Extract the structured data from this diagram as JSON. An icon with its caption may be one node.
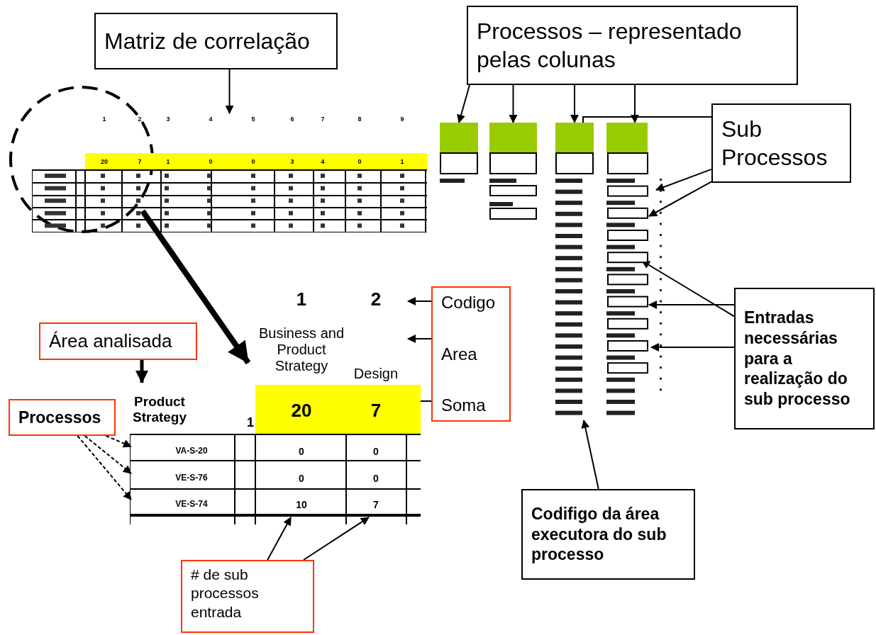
{
  "diagram": {
    "nodes": [
      {
        "text": [
          "Matriz de correlação"
        ]
      },
      {
        "text": [
          "Processos – representado pelas colunas"
        ]
      },
      {
        "text": [
          "Sub Processos"
        ]
      },
      {
        "text": [
          "Entradas necessárias para a realização do sub processo"
        ]
      },
      {
        "text": [
          "Codifigo da área executora do sub processo"
        ]
      },
      {
        "text": [
          "Área analisada"
        ]
      },
      {
        "text": [
          "Processos"
        ]
      },
      {
        "text": [
          "Codigo",
          "Area",
          "Soma"
        ]
      },
      {
        "text": [
          "# de sub processos entrada"
        ]
      },
      {
        "text": [],
        "shape": "box"
      },
      {
        "text": [],
        "shape": "box"
      },
      {
        "text": [],
        "shape": "box"
      },
      {
        "text": [],
        "shape": "box"
      },
      {
        "text": [],
        "shape": "box"
      },
      {
        "text": [],
        "shape": "box"
      }
    ],
    "edges": [
      {
        "from": 0,
        "to": 9,
        "arrow": "to"
      },
      {
        "from": 1,
        "to": 11,
        "arrow": "to"
      },
      {
        "from": 1,
        "to": 12,
        "arrow": "to"
      },
      {
        "from": 1,
        "to": 13,
        "arrow": "to"
      },
      {
        "from": 1,
        "to": 14,
        "arrow": "to"
      },
      {
        "from": 2,
        "to": 13,
        "arrow": "to"
      },
      {
        "from": 2,
        "to": 14,
        "arrow": "to"
      },
      {
        "from": 2,
        "to": 14,
        "arrow": "to"
      },
      {
        "from": 3,
        "to": 14,
        "arrow": "to"
      },
      {
        "from": 3,
        "to": 14,
        "arrow": "to"
      },
      {
        "from": 3,
        "to": 14,
        "arrow": "to"
      },
      {
        "from": 4,
        "to": 13,
        "arrow": "to"
      },
      {
        "from": 9,
        "to": 10,
        "arrow": "to",
        "style": "thick"
      },
      {
        "from": 5,
        "to": 10,
        "arrow": "to",
        "style": "thick"
      },
      {
        "from": 6,
        "to": 10,
        "arrow": "to",
        "style": "dashed"
      },
      {
        "from": 6,
        "to": 10,
        "arrow": "to",
        "style": "dashed"
      },
      {
        "from": 6,
        "to": 10,
        "arrow": "to",
        "style": "dashed"
      },
      {
        "from": 7,
        "to": null,
        "arrow": "to"
      },
      {
        "from": 7,
        "to": null,
        "arrow": "to"
      },
      {
        "from": 7,
        "to": 10,
        "arrow": "to"
      },
      {
        "from": 8,
        "to": 10,
        "arrow": "to"
      },
      {
        "from": 8,
        "to": 10,
        "arrow": "to"
      }
    ],
    "labels": [
      "1",
      "2",
      "3",
      "4",
      "5",
      "6",
      "7",
      "8",
      "9",
      "20",
      "7",
      "1",
      "0",
      "0",
      "3",
      "4",
      "0",
      "1",
      "1",
      "2",
      "Business and Product Strategy",
      "Design",
      "Product Strategy",
      "1",
      "20",
      "7",
      "VA-S-20",
      "0",
      "0",
      "VE-S-76",
      "0",
      "0",
      "VE-S-74",
      "10",
      "7"
    ]
  }
}
